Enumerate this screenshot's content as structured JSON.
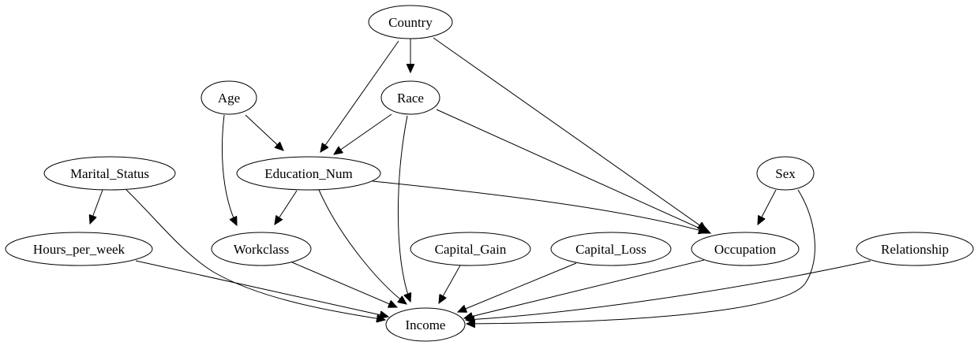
{
  "diagram": {
    "type": "directed-graph",
    "nodes": [
      {
        "id": "country",
        "label": "Country"
      },
      {
        "id": "age",
        "label": "Age"
      },
      {
        "id": "race",
        "label": "Race"
      },
      {
        "id": "marital_status",
        "label": "Marital_Status"
      },
      {
        "id": "education_num",
        "label": "Education_Num"
      },
      {
        "id": "sex",
        "label": "Sex"
      },
      {
        "id": "hours_per_week",
        "label": "Hours_per_week"
      },
      {
        "id": "workclass",
        "label": "Workclass"
      },
      {
        "id": "capital_gain",
        "label": "Capital_Gain"
      },
      {
        "id": "capital_loss",
        "label": "Capital_Loss"
      },
      {
        "id": "occupation",
        "label": "Occupation"
      },
      {
        "id": "relationship",
        "label": "Relationship"
      },
      {
        "id": "income",
        "label": "Income"
      }
    ],
    "edges": [
      {
        "from": "country",
        "to": "race"
      },
      {
        "from": "country",
        "to": "education_num"
      },
      {
        "from": "country",
        "to": "occupation"
      },
      {
        "from": "age",
        "to": "education_num"
      },
      {
        "from": "age",
        "to": "workclass"
      },
      {
        "from": "race",
        "to": "education_num"
      },
      {
        "from": "race",
        "to": "occupation"
      },
      {
        "from": "race",
        "to": "income"
      },
      {
        "from": "marital_status",
        "to": "hours_per_week"
      },
      {
        "from": "marital_status",
        "to": "income"
      },
      {
        "from": "education_num",
        "to": "workclass"
      },
      {
        "from": "education_num",
        "to": "occupation"
      },
      {
        "from": "education_num",
        "to": "income"
      },
      {
        "from": "sex",
        "to": "occupation"
      },
      {
        "from": "sex",
        "to": "income"
      },
      {
        "from": "hours_per_week",
        "to": "income"
      },
      {
        "from": "workclass",
        "to": "income"
      },
      {
        "from": "capital_gain",
        "to": "income"
      },
      {
        "from": "capital_loss",
        "to": "income"
      },
      {
        "from": "occupation",
        "to": "income"
      },
      {
        "from": "relationship",
        "to": "income"
      }
    ]
  }
}
